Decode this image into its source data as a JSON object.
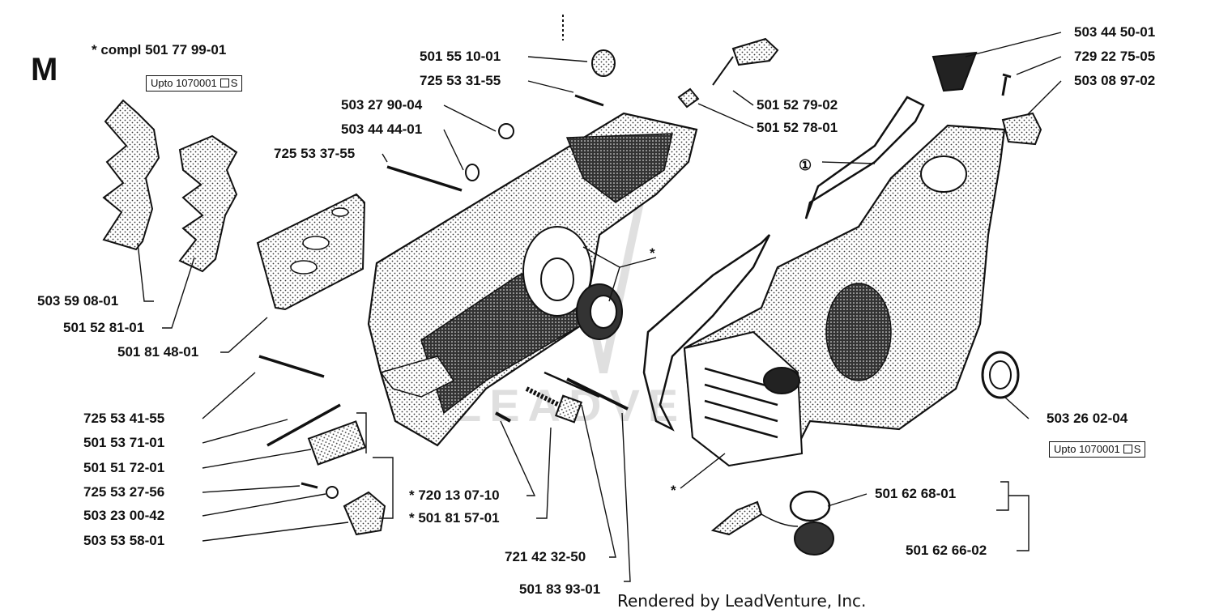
{
  "section_letter": "M",
  "kit_note": "* compl 501 77 99-01",
  "version_box_left": {
    "text": "Upto 1070001",
    "suffix": "S"
  },
  "version_box_right": {
    "text": "Upto 1070001",
    "suffix": "S"
  },
  "circled_callout": "①",
  "asterisk_right_housing": "*",
  "asterisk_bearing": "*",
  "footer": "Rendered by LeadVenture, Inc.",
  "watermark": "LEADVENTURE",
  "labels": {
    "p503_59_08_01": "503 59 08-01",
    "p501_52_81_01": "501 52 81-01",
    "p501_81_48_01": "501 81 48-01",
    "p725_53_41_55": "725 53 41-55",
    "p501_53_71_01": "501 53 71-01",
    "p501_51_72_01": "501 51 72-01",
    "p725_53_27_56": "725 53 27-56",
    "p503_23_00_42": "503 23 00-42",
    "p503_53_58_01": "503 53 58-01",
    "p720_13_07_10": "* 720 13 07-10",
    "p501_81_57_01": "* 501 81 57-01",
    "p721_42_32_50": "721 42 32-50",
    "p501_83_93_01": "501 83 93-01",
    "p501_55_10_01": "501 55 10-01",
    "p725_53_31_55": "725 53 31-55",
    "p503_27_90_04": "503 27 90-04",
    "p503_44_44_01": "503 44 44-01",
    "p725_53_37_55": "725 53 37-55",
    "p501_52_79_02": "501 52 79-02",
    "p501_52_78_01": "501 52 78-01",
    "p503_44_50_01": "503 44 50-01",
    "p729_22_75_05": "729 22 75-05",
    "p503_08_97_02": "503 08 97-02",
    "p503_26_02_04": "503 26 02-04",
    "p501_62_68_01": "501 62 68-01",
    "p501_62_66_02": "501 62 66-02"
  }
}
